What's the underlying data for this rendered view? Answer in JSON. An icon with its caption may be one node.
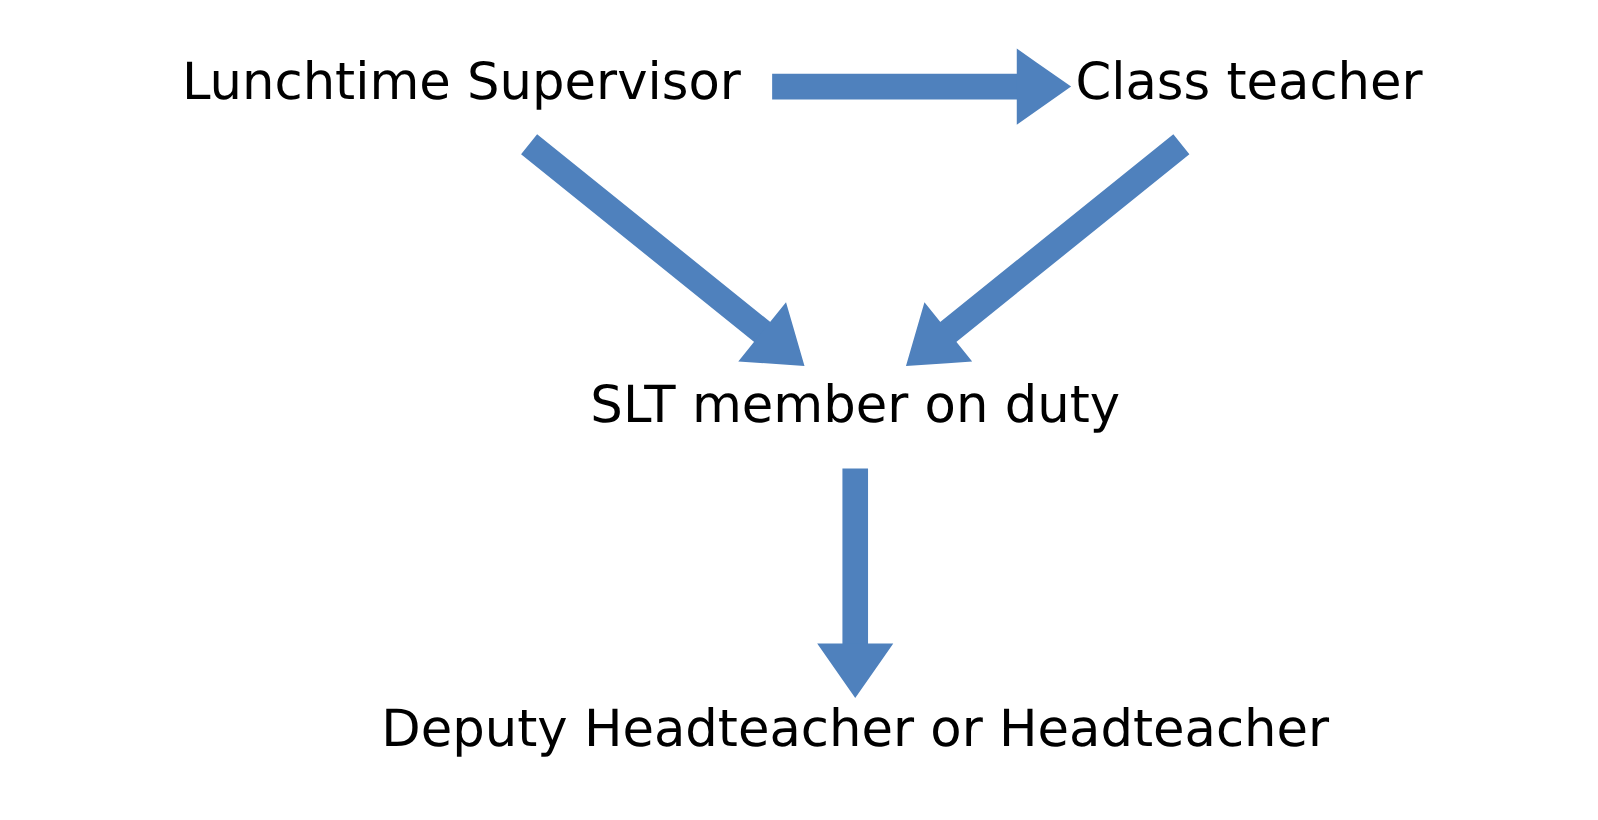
{
  "diagram": {
    "nodes": [
      {
        "text": [
          "Lunchtime Supervisor"
        ]
      },
      {
        "text": [
          "Class teacher"
        ]
      },
      {
        "text": [
          "SLT member on duty"
        ]
      },
      {
        "text": [
          "Deputy Headteacher or Headteacher"
        ]
      }
    ],
    "edges": [
      {
        "from": 0,
        "to": 1,
        "arrow": "to"
      },
      {
        "from": 0,
        "to": 2,
        "arrow": "to"
      },
      {
        "from": 1,
        "to": 2,
        "arrow": "to"
      },
      {
        "from": 2,
        "to": 3,
        "arrow": "to"
      }
    ]
  }
}
